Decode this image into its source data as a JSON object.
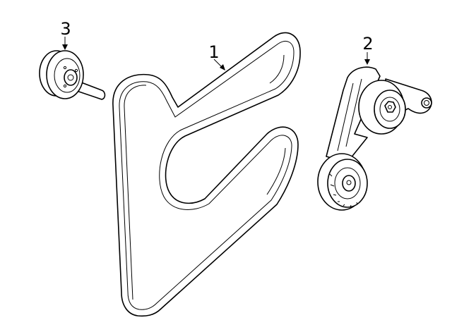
{
  "callouts": [
    {
      "id": "belt",
      "label": "1"
    },
    {
      "id": "tensioner",
      "label": "2"
    },
    {
      "id": "idler",
      "label": "3"
    }
  ],
  "colors": {
    "line": "#000000",
    "background": "#ffffff"
  }
}
